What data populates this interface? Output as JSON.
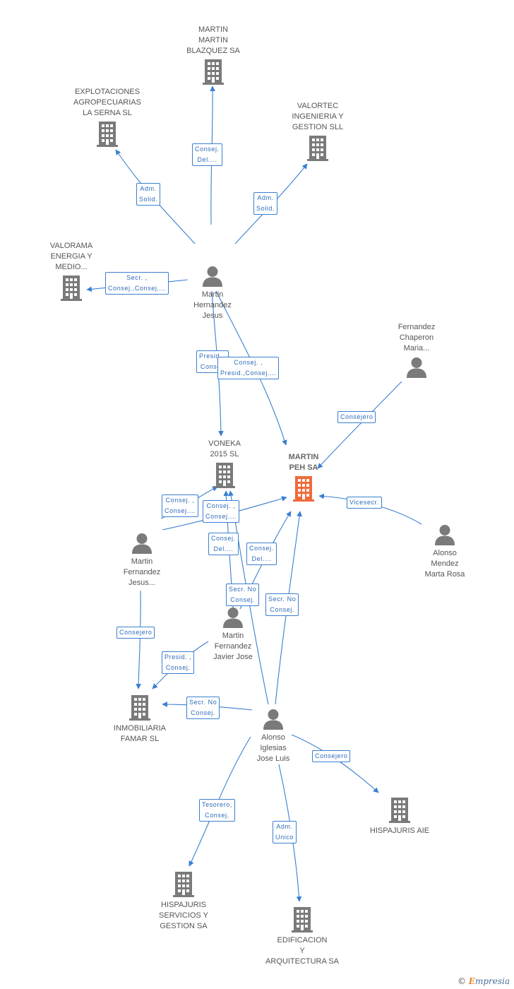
{
  "colors": {
    "edge": "#3a7fd0",
    "node": "#7a7a7a",
    "main": "#f06a3a"
  },
  "nodes": [
    {
      "id": "martin_blazquez",
      "kind": "company",
      "label": "MARTIN\nMARTIN\nBLAZQUEZ SA",
      "icon": "building-icon"
    },
    {
      "id": "explotaciones",
      "kind": "company",
      "label": "EXPLOTACIONES\nAGROPECUARIAS\nLA SERNA SL",
      "icon": "building-icon"
    },
    {
      "id": "valortec",
      "kind": "company",
      "label": "VALORTEC\nINGENIERIA Y\nGESTION SLL",
      "icon": "building-icon"
    },
    {
      "id": "valorama",
      "kind": "company",
      "label": "VALORAMA\nENERGIA Y\nMEDIO...",
      "icon": "building-icon"
    },
    {
      "id": "martin_hernandez",
      "kind": "person",
      "label": "Martin\nHernandez\nJesus",
      "icon": "person-icon"
    },
    {
      "id": "fernandez_chaperon",
      "kind": "person",
      "label": "Fernandez\nChaperon\nMaria...",
      "icon": "person-icon"
    },
    {
      "id": "voneka",
      "kind": "company",
      "label": "VONEKA\n2015 SL",
      "icon": "building-icon"
    },
    {
      "id": "martin_peh",
      "kind": "main",
      "label": "MARTIN\nPEH SA",
      "icon": "building-icon"
    },
    {
      "id": "martin_fernandez_jesus",
      "kind": "person",
      "label": "Martin\nFernandez\nJesus...",
      "icon": "person-icon"
    },
    {
      "id": "alonso_mendez",
      "kind": "person",
      "label": "Alonso\nMendez\nMarta Rosa",
      "icon": "person-icon"
    },
    {
      "id": "martin_fernandez_javier",
      "kind": "person",
      "label": "Martin\nFernandez\nJavier Jose",
      "icon": "person-icon"
    },
    {
      "id": "inmobiliaria",
      "kind": "company",
      "label": "INMOBILIARIA\nFAMAR SL",
      "icon": "building-icon"
    },
    {
      "id": "alonso_iglesias",
      "kind": "person",
      "label": "Alonso\nIglesias\nJose Luis",
      "icon": "person-icon"
    },
    {
      "id": "hispajuris_aie",
      "kind": "company",
      "label": "HISPAJURIS AIE",
      "icon": "building-icon"
    },
    {
      "id": "hispajuris_servicios",
      "kind": "company",
      "label": "HISPAJURIS\nSERVICIOS Y\nGESTION SA",
      "icon": "building-icon"
    },
    {
      "id": "edificacion",
      "kind": "company",
      "label": "EDIFICACION\nY\nARQUITECTURA SA",
      "icon": "building-icon"
    }
  ],
  "edges": [
    {
      "from": "martin_hernandez",
      "to": "martin_blazquez",
      "label": "Consej.\nDel...."
    },
    {
      "from": "martin_hernandez",
      "to": "explotaciones",
      "label": "Adm.\nSolid."
    },
    {
      "from": "martin_hernandez",
      "to": "valortec",
      "label": "Adm.\nSolid."
    },
    {
      "from": "martin_hernandez",
      "to": "valorama",
      "label": "Secr. ,\nConsej.,Consej...."
    },
    {
      "from": "martin_hernandez",
      "to": "voneka",
      "label": "Presid. ,\nConsej."
    },
    {
      "from": "martin_hernandez",
      "to": "martin_peh",
      "label": "Consej. ,\nPresid.,Consej...."
    },
    {
      "from": "fernandez_chaperon",
      "to": "martin_peh",
      "label": "Consejero"
    },
    {
      "from": "alonso_mendez",
      "to": "martin_peh",
      "label": "Vicesecr."
    },
    {
      "from": "martin_fernandez_jesus",
      "to": "voneka",
      "label": "Consej. ,\nConsej...."
    },
    {
      "from": "martin_fernandez_jesus",
      "to": "martin_peh",
      "label": "Consej. ,\nConsej...."
    },
    {
      "from": "martin_fernandez_jesus",
      "to": "inmobiliaria",
      "label": "Consejero"
    },
    {
      "from": "martin_fernandez_javier",
      "to": "voneka",
      "label": "Consej.\nDel...."
    },
    {
      "from": "martin_fernandez_javier",
      "to": "martin_peh",
      "label": "Consej.\nDel...."
    },
    {
      "from": "martin_fernandez_javier",
      "to": "inmobiliaria",
      "label": "Presid. ,\nConsej."
    },
    {
      "from": "alonso_iglesias",
      "to": "voneka",
      "label": "Secr. No\nConsej."
    },
    {
      "from": "alonso_iglesias",
      "to": "martin_peh",
      "label": "Secr. No\nConsej."
    },
    {
      "from": "alonso_iglesias",
      "to": "inmobiliaria",
      "label": "Secr. No\nConsej."
    },
    {
      "from": "alonso_iglesias",
      "to": "hispajuris_aie",
      "label": "Consejero"
    },
    {
      "from": "alonso_iglesias",
      "to": "hispajuris_servicios",
      "label": "Tesorero,\nConsej."
    },
    {
      "from": "alonso_iglesias",
      "to": "edificacion",
      "label": "Adm.\nUnico"
    }
  ],
  "footer": {
    "copyright": "©",
    "brand_initial": "E",
    "brand_rest": "mpresia"
  }
}
